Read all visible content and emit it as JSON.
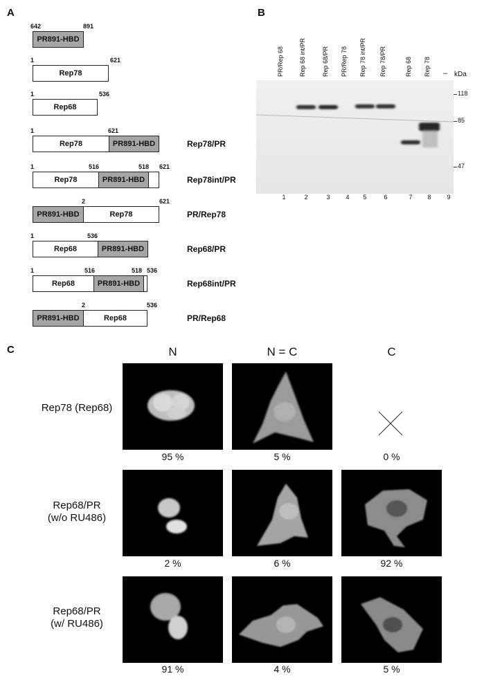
{
  "panels": {
    "a": "A",
    "b": "B",
    "c": "C"
  },
  "panel_a": {
    "constructs": [
      {
        "name": "",
        "segments": [
          {
            "label": "PR891-HBD",
            "fill": "gray"
          }
        ],
        "numbers": [
          "642",
          "891"
        ]
      },
      {
        "name": "",
        "segments": [
          {
            "label": "Rep78",
            "fill": "white"
          }
        ],
        "numbers": [
          "1",
          "621"
        ]
      },
      {
        "name": "",
        "segments": [
          {
            "label": "Rep68",
            "fill": "white"
          }
        ],
        "numbers": [
          "1",
          "536"
        ]
      },
      {
        "name": "Rep78/PR",
        "segments": [
          {
            "label": "Rep78",
            "fill": "white"
          },
          {
            "label": "PR891-HBD",
            "fill": "gray"
          }
        ],
        "numbers": [
          "1",
          "621"
        ]
      },
      {
        "name": "Rep78int/PR",
        "segments": [
          {
            "label": "Rep78",
            "fill": "white"
          },
          {
            "label": "PR891-HBD",
            "fill": "gray"
          },
          {
            "label": "",
            "fill": "white"
          }
        ],
        "numbers": [
          "1",
          "516",
          "518",
          "621"
        ]
      },
      {
        "name": "PR/Rep78",
        "segments": [
          {
            "label": "PR891-HBD",
            "fill": "gray"
          },
          {
            "label": "Rep78",
            "fill": "white"
          }
        ],
        "numbers": [
          "2",
          "621"
        ]
      },
      {
        "name": "Rep68/PR",
        "segments": [
          {
            "label": "Rep68",
            "fill": "white"
          },
          {
            "label": "PR891-HBD",
            "fill": "gray"
          }
        ],
        "numbers": [
          "1",
          "536"
        ]
      },
      {
        "name": "Rep68int/PR",
        "segments": [
          {
            "label": "Rep68",
            "fill": "white"
          },
          {
            "label": "PR891-HBD",
            "fill": "gray"
          },
          {
            "label": "",
            "fill": "white"
          }
        ],
        "numbers": [
          "1",
          "516",
          "518",
          "536"
        ]
      },
      {
        "name": "PR/Rep68",
        "segments": [
          {
            "label": "PR891-HBD",
            "fill": "gray"
          },
          {
            "label": "Rep68",
            "fill": "white"
          }
        ],
        "numbers": [
          "2",
          "536"
        ]
      }
    ]
  },
  "panel_b": {
    "lane_labels": [
      "PR/Rep 68",
      "Rep 68 int/PR",
      "Rep 68/PR",
      "PR/Rep 78",
      "Rep 78 int/PR",
      "Rep 78/PR",
      "Rep 68",
      "Rep 78",
      "–"
    ],
    "lane_numbers": [
      "1",
      "2",
      "3",
      "4",
      "5",
      "6",
      "7",
      "8",
      "9"
    ],
    "unit": "kDa",
    "markers": [
      "118",
      "85",
      "47"
    ],
    "bands": [
      {
        "lane": 2,
        "kda": 100,
        "intensity": 0.85
      },
      {
        "lane": 3,
        "kda": 100,
        "intensity": 0.95
      },
      {
        "lane": 5,
        "kda": 101,
        "intensity": 0.8
      },
      {
        "lane": 6,
        "kda": 101,
        "intensity": 0.85
      },
      {
        "lane": 7,
        "kda": 64,
        "intensity": 0.9
      },
      {
        "lane": 8,
        "kda": 78,
        "intensity": 1.0
      }
    ]
  },
  "panel_c": {
    "columns": [
      "N",
      "N = C",
      "C"
    ],
    "rows": [
      {
        "label": "Rep78 (Rep68)",
        "percents": [
          "95 %",
          "5 %",
          "0 %"
        ]
      },
      {
        "label": "Rep68/PR\n(w/o RU486)",
        "percents": [
          "2 %",
          "6 %",
          "92 %"
        ]
      },
      {
        "label": "Rep68/PR\n(w/ RU486)",
        "percents": [
          "91 %",
          "4 %",
          "5 %"
        ]
      }
    ],
    "empty_cell_mark": "cross"
  }
}
